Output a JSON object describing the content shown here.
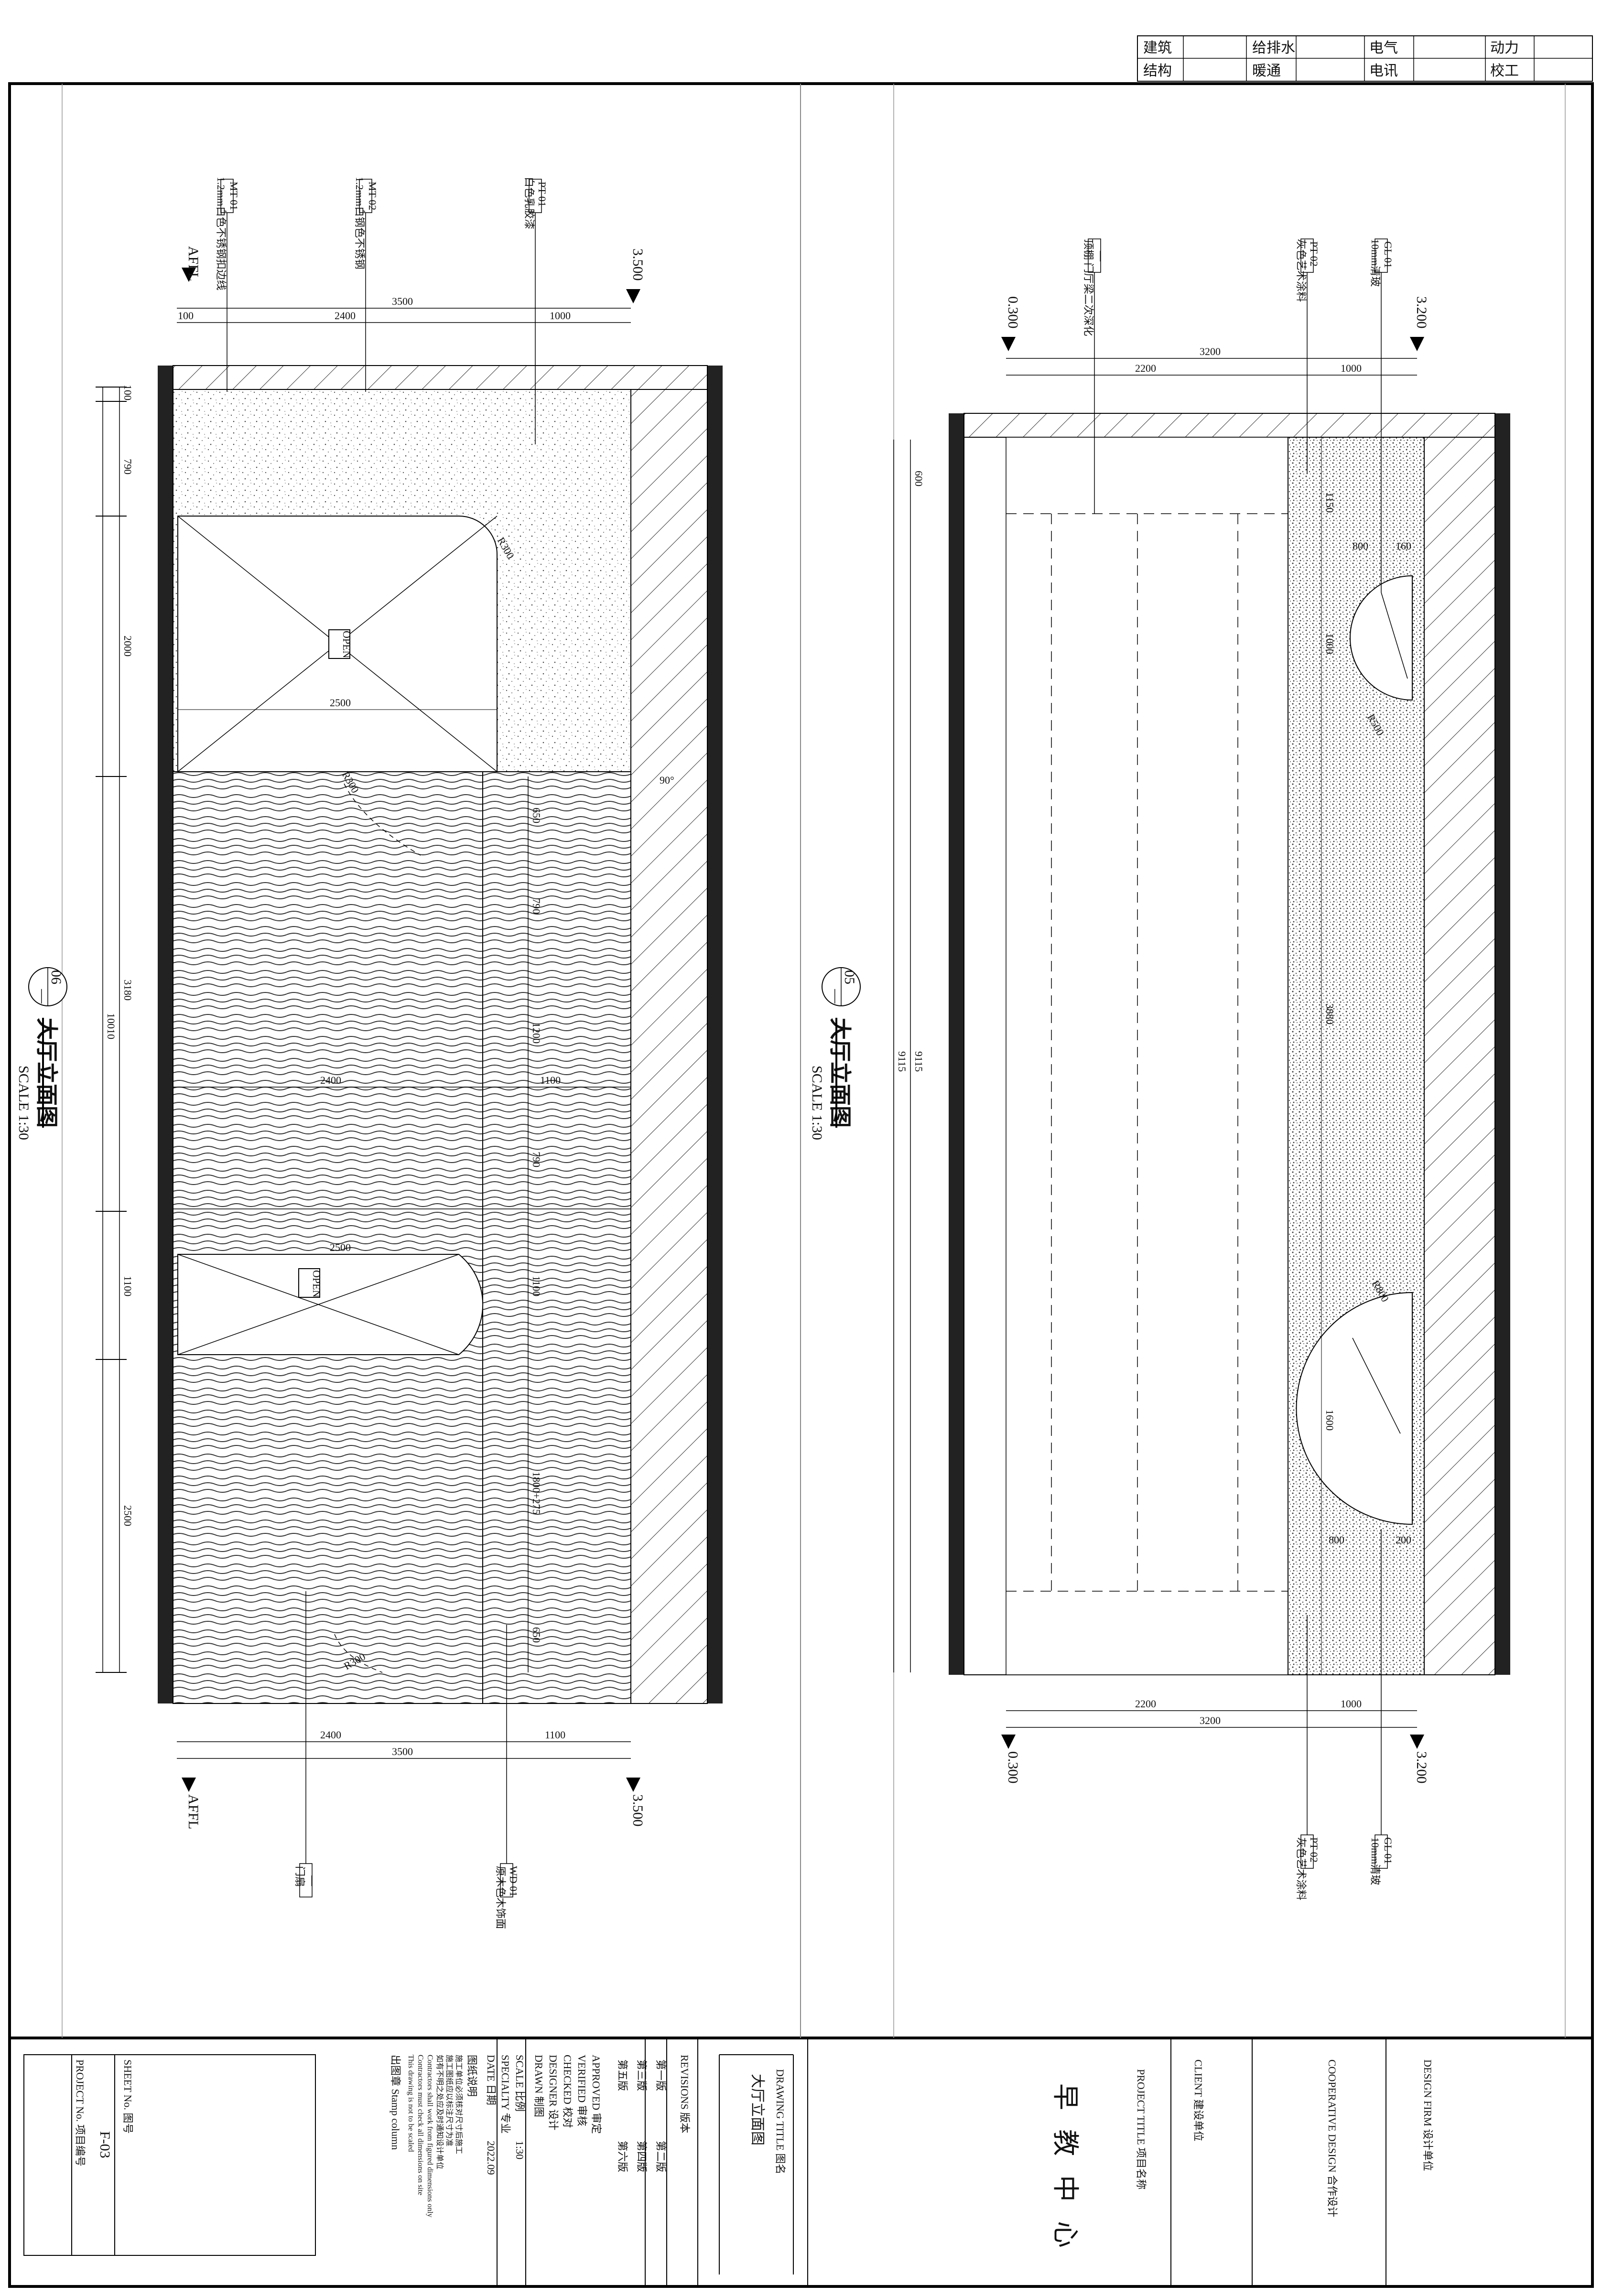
{
  "top_grid": {
    "row1": [
      "建筑",
      "给排水",
      "电气",
      "动力"
    ],
    "row2": [
      "结构",
      "暖通",
      "电讯",
      "校工"
    ]
  },
  "left_view": {
    "ref_num": "06",
    "ref_sub": "—",
    "title": "大厅立面图",
    "scale": "SCALE 1:30",
    "level_top": "3.500",
    "level_bottom": "AFFL",
    "level_bottom2": "3.500",
    "callouts_top": [
      {
        "code": "MT 01",
        "desc": "1.2mm白色不锈钢扣边线"
      },
      {
        "code": "MT 02",
        "desc": "1.2mm白钢色不锈钢"
      },
      {
        "code": "PT 01",
        "desc": "白色乳胶漆"
      }
    ],
    "callouts_bottom": [
      {
        "code": "—",
        "desc": "门扇"
      },
      {
        "code": "WD 01",
        "desc": "原木色木饰面"
      }
    ],
    "dims_top": [
      "100",
      "2400",
      "3500",
      "1000"
    ],
    "dims_bottom": [
      "2400",
      "1100",
      "3500"
    ],
    "dims_left": [
      "100",
      "790",
      "2000",
      "3180",
      "1100",
      "2500",
      "10010"
    ],
    "dims_inner": [
      "650",
      "790",
      "1200",
      "790",
      "1100",
      "1800+275",
      "650"
    ],
    "door_open_1": "OPEN",
    "door_open_2": "OPEN",
    "door_width_1": "2500",
    "door_width_2": "2500",
    "width_mid": "2400",
    "width_mid2": "1100",
    "radius_1": "R300",
    "radius_2": "R300",
    "radius_3": "R300",
    "angle": "90°"
  },
  "right_view": {
    "ref_num": "05",
    "ref_sub": "—",
    "title": "大厅立面图",
    "scale": "SCALE 1:30",
    "level_top": "3.200",
    "level_left": "0.300",
    "level_bottom_right": "3.200",
    "level_bottom_left": "0.300",
    "callouts_top": [
      {
        "code": "—",
        "desc": "顶棚 门厅梁二次深化"
      },
      {
        "code": "PT 02",
        "desc": "灰色艺术涂料"
      },
      {
        "code": "GL 01",
        "desc": "10mm清玻"
      }
    ],
    "callouts_bottom": [
      {
        "code": "PT 02",
        "desc": "灰色艺术涂料"
      },
      {
        "code": "GL 01",
        "desc": "10mm清玻"
      }
    ],
    "dims_top": [
      "3200",
      "2200",
      "1000"
    ],
    "dims_bottom": [
      "2200",
      "1000",
      "3200"
    ],
    "dims_left": [
      "600",
      "9115",
      "9115"
    ],
    "dims_inner": [
      "1150",
      "800",
      "160",
      "1000",
      "R500",
      "3880",
      "R800",
      "1600",
      "800",
      "200"
    ]
  },
  "title_block": {
    "design_firm_label": "DESIGN FIRM 设计单位",
    "coop_label": "COOPERATIVE DESIGN 合作设计",
    "client_label": "CLIENT 建设单位",
    "project_label": "PROJECT TITLE 项目名称",
    "project_name": "早教中心",
    "drawing_label": "DRAWING TITLE 图名",
    "drawing_name": "大厅立面图",
    "revisions_label": "REVISIONS 版本",
    "rev_rows": [
      "第一版",
      "第二版",
      "第三版",
      "第四版",
      "第五版",
      "第六版"
    ],
    "approved": "APPROVED 审定",
    "verified": "VERIFIED 审核",
    "checked": "CHECKED 校对",
    "designer": "DESIGNER 设计",
    "drawn": "DRAWN 制图",
    "scale_label": "SCALE 比例",
    "scale_val": "1:30",
    "specialty": "SPECIALTY 专业",
    "date_label": "DATE 日期",
    "date_val": "2022.09",
    "notes_title": "图纸说明",
    "notes": [
      "施工单位必须核对尺寸后施工",
      "施工图纸应以标注尺寸为准",
      "如有不明之处应及时通知设计单位",
      "Contractors shall work from figured dimensions only",
      "Contractors must check all dimensions on site",
      "This drawing is not to be scaled"
    ],
    "stamp_label": "出图章 Stamp column",
    "sheet_no_label": "SHEET No. 图号",
    "sheet_no": "F-03",
    "project_no_label": "PROJECT No. 项目编号"
  }
}
